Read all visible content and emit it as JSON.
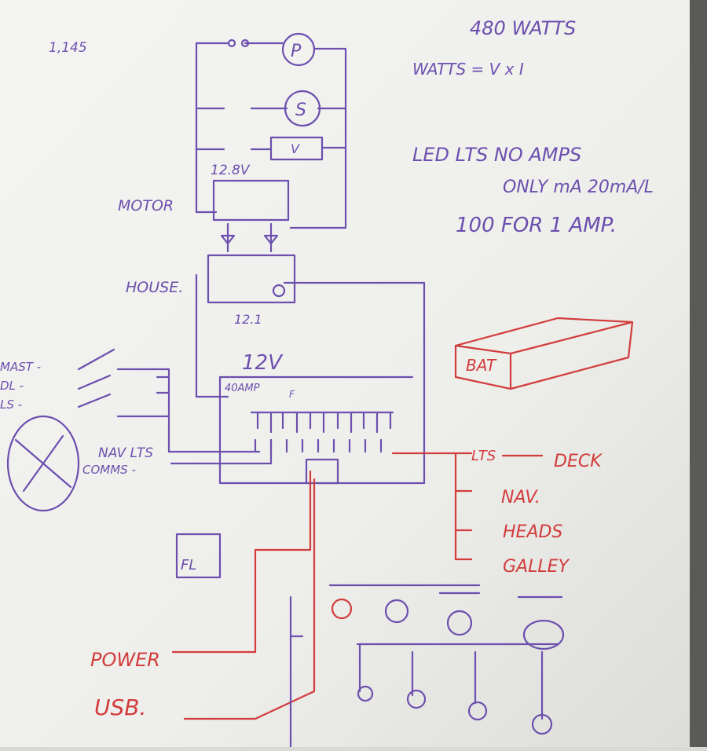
{
  "colors": {
    "purple_marker": "#6c4fae",
    "red_marker": "#d23c3c",
    "board": "#f2f1ee",
    "frame": "#5a5a58"
  },
  "notes": {
    "corner_number": "1,145",
    "power": "480 WATTS",
    "formula": "WATTS = V x I",
    "led_line1": "LED LTS NO AMPS",
    "led_line2": "ONLY mA 20mA/L",
    "led_line3": "100 FOR 1 AMP."
  },
  "circuit": {
    "load_p": "P",
    "load_s": "S",
    "load_v": "V",
    "motor_voltage": "12.8V",
    "motor_label": "MOTOR",
    "house_label": "HOUSE.",
    "house_voltage": "12.1",
    "panel_voltage": "12V",
    "breaker": "40AMP",
    "fuse": "F",
    "battery": "BAT",
    "switch_labels": [
      "MAST -",
      "DL -",
      "LS -"
    ],
    "nav_lts": "NAV LTS",
    "comms": "COMMS -",
    "lts": "LTS",
    "lights": [
      "DECK",
      "NAV.",
      "HEADS",
      "GALLEY"
    ],
    "power": "POWER",
    "usb": "USB.",
    "fl": "FL"
  }
}
